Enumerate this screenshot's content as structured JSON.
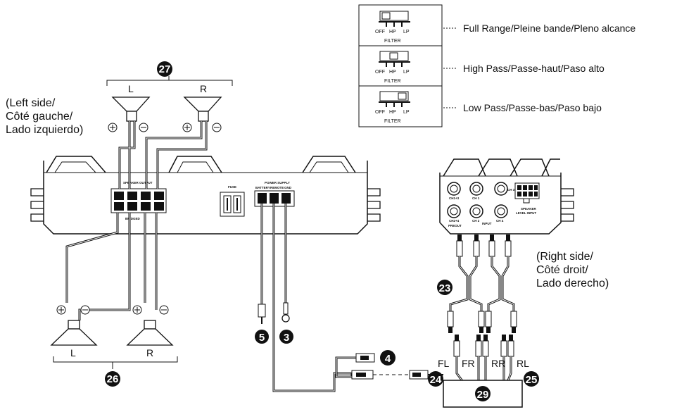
{
  "filter_legend": {
    "switch_title": "FILTER",
    "switch_positions": [
      "OFF",
      "HP",
      "LP"
    ],
    "rows": [
      {
        "label": "Full Range/Pleine bande/Pleno alcance"
      },
      {
        "label": "High Pass/Passe-haut/Paso alto"
      },
      {
        "label": "Low Pass/Passe-bas/Paso bajo"
      }
    ]
  },
  "side_labels": {
    "left": [
      "(Left side/",
      "Côté gauche/",
      "Lado izquierdo)"
    ],
    "right": [
      "(Right side/",
      "Côté droit/",
      "Lado derecho)"
    ]
  },
  "speakers": {
    "top_left": "L",
    "top_right": "R",
    "bottom_left": "L",
    "bottom_right": "R"
  },
  "amp_labels": {
    "speaker_output": "SPEAKER OUTPUT",
    "fuse": "FUSE",
    "power_supply": "POWER SUPPLY",
    "battery": "BATTERY",
    "remote": "REMOTE",
    "gnd": "GND",
    "bridged": "BRIDGED",
    "ch": [
      "CH 1",
      "CH 2",
      "CH 3",
      "CH 4"
    ]
  },
  "amp_right_labels": {
    "preout": "PREOUT",
    "input": "INPUT",
    "speaker_level_input": [
      "SPEAKER",
      "LEVEL INPUT"
    ],
    "jack_labels": [
      "CH1+3",
      "CH 1",
      "CH 3",
      "CH2+4",
      "CH 2",
      "CH 4"
    ]
  },
  "channel_labels": [
    "FL",
    "FR",
    "RR",
    "RL"
  ],
  "callouts": [
    "27",
    "26",
    "5",
    "3",
    "4",
    "23",
    "24",
    "25",
    "29"
  ]
}
